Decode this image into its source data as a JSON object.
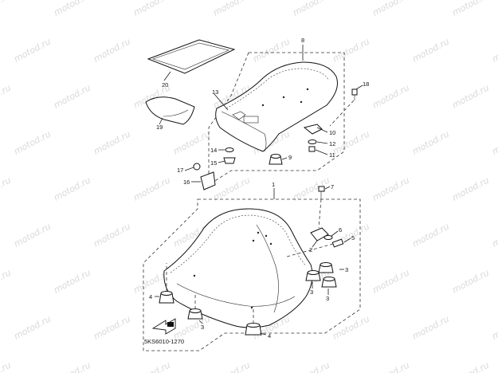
{
  "watermark": {
    "text": "motod.ru"
  },
  "diagram_code": "5KS6010-1270",
  "callouts": {
    "c1": "1",
    "c2": "2",
    "c3a": "3",
    "c3b": "3",
    "c3c": "3",
    "c4a": "4",
    "c4b": "4",
    "c5": "5",
    "c6": "6",
    "c7": "7",
    "c8": "8",
    "c9": "9",
    "c10": "10",
    "c11": "11",
    "c12": "12",
    "c13": "13",
    "c14": "14",
    "c15": "15",
    "c16": "16",
    "c17": "17",
    "c18": "18",
    "c19": "19",
    "c20": "20"
  }
}
